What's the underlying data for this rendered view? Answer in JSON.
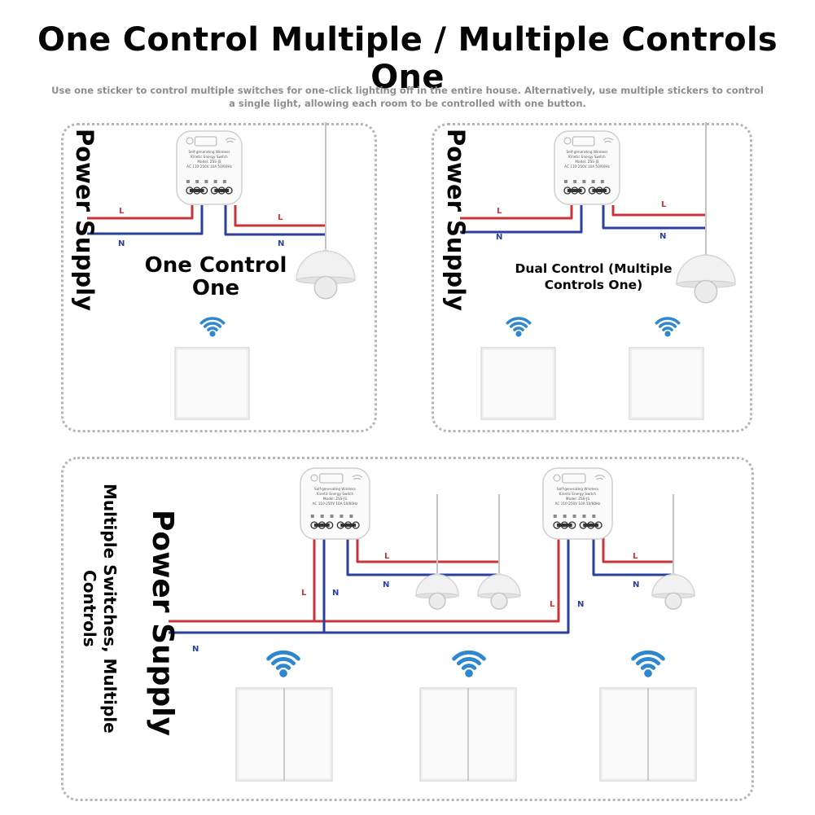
{
  "title": "One Control Multiple / Multiple Controls One",
  "subtitle_line1": "Use one sticker to control multiple switches for one-click lighting off in the entire house. Alternatively, use multiple stickers to control",
  "subtitle_line2": "a single light, allowing each room to be controlled with one button.",
  "panels": {
    "one_control_one": {
      "side_label": "Power Supply",
      "caption_line1": "One Control",
      "caption_line2": "One"
    },
    "dual_control": {
      "side_label": "Power Supply",
      "caption_line1": "Dual Control (Multiple",
      "caption_line2": "Controls One)"
    },
    "multiple": {
      "side_label_line1": "Multiple Switches, Multiple",
      "side_label_line2": "Controls",
      "power_label": "Power Supply"
    }
  },
  "wire_labels": {
    "live": "L",
    "neutral": "N"
  },
  "module_text": [
    "Self-generating Wireless",
    "Kinetic Energy Switch",
    "Model: ZSS-JS",
    "AC 110-250V 10A 50/60Hz"
  ],
  "colors": {
    "live": "#c9343a",
    "neutral": "#2a3f9e",
    "wire_gray": "#c4c4c4",
    "panel_border": "#b5b5b5",
    "wifi": "#2f88cf"
  }
}
